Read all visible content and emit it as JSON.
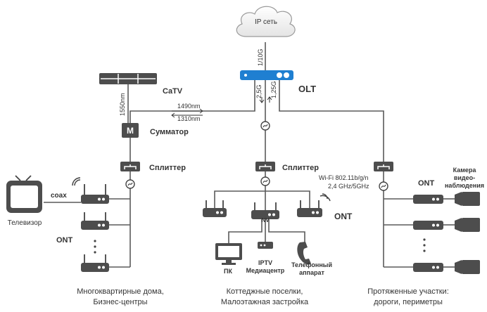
{
  "cloud": {
    "label": "IP сеть"
  },
  "uplink": {
    "label": "1/10G"
  },
  "olt": {
    "label": "OLT",
    "accent": "#1f7fd1"
  },
  "downlinks": {
    "left": "2,5G",
    "right": "1,25G"
  },
  "catv": {
    "label": "CaTV",
    "wavelength": "1550nm"
  },
  "lambdas": {
    "down": "1490nm",
    "up": "1310nm"
  },
  "combiner": {
    "label": "Сумматор"
  },
  "splitters": {
    "left": "Сплиттер",
    "middle": "Сплиттер",
    "right": "Сплиттер"
  },
  "tv": {
    "label": "Телевизор",
    "coax": "coax"
  },
  "ont": {
    "left": "ONT",
    "middle": "ONT",
    "right": "ONT"
  },
  "wifi": {
    "line1": "Wi-Fi 802.11b/g/n",
    "line2": "2,4 GHz/5GHz"
  },
  "endpoints": {
    "pc": "ПК",
    "iptv_line1": "IPTV",
    "iptv_line2": "Медиацентр",
    "iptv_line3": "NV",
    "phone_line1": "Телефонный",
    "phone_line2": "аппарат"
  },
  "camera": {
    "line1": "Камера",
    "line2": "видео-",
    "line3": "наблюдения"
  },
  "captions": {
    "left_line1": "Многоквартирные дома,",
    "left_line2": "Бизнес-центры",
    "middle_line1": "Коттеджные поселки,",
    "middle_line2": "Малоэтажная застройка",
    "right_line1": "Протяженные участки:",
    "right_line2": "дороги, периметры"
  }
}
